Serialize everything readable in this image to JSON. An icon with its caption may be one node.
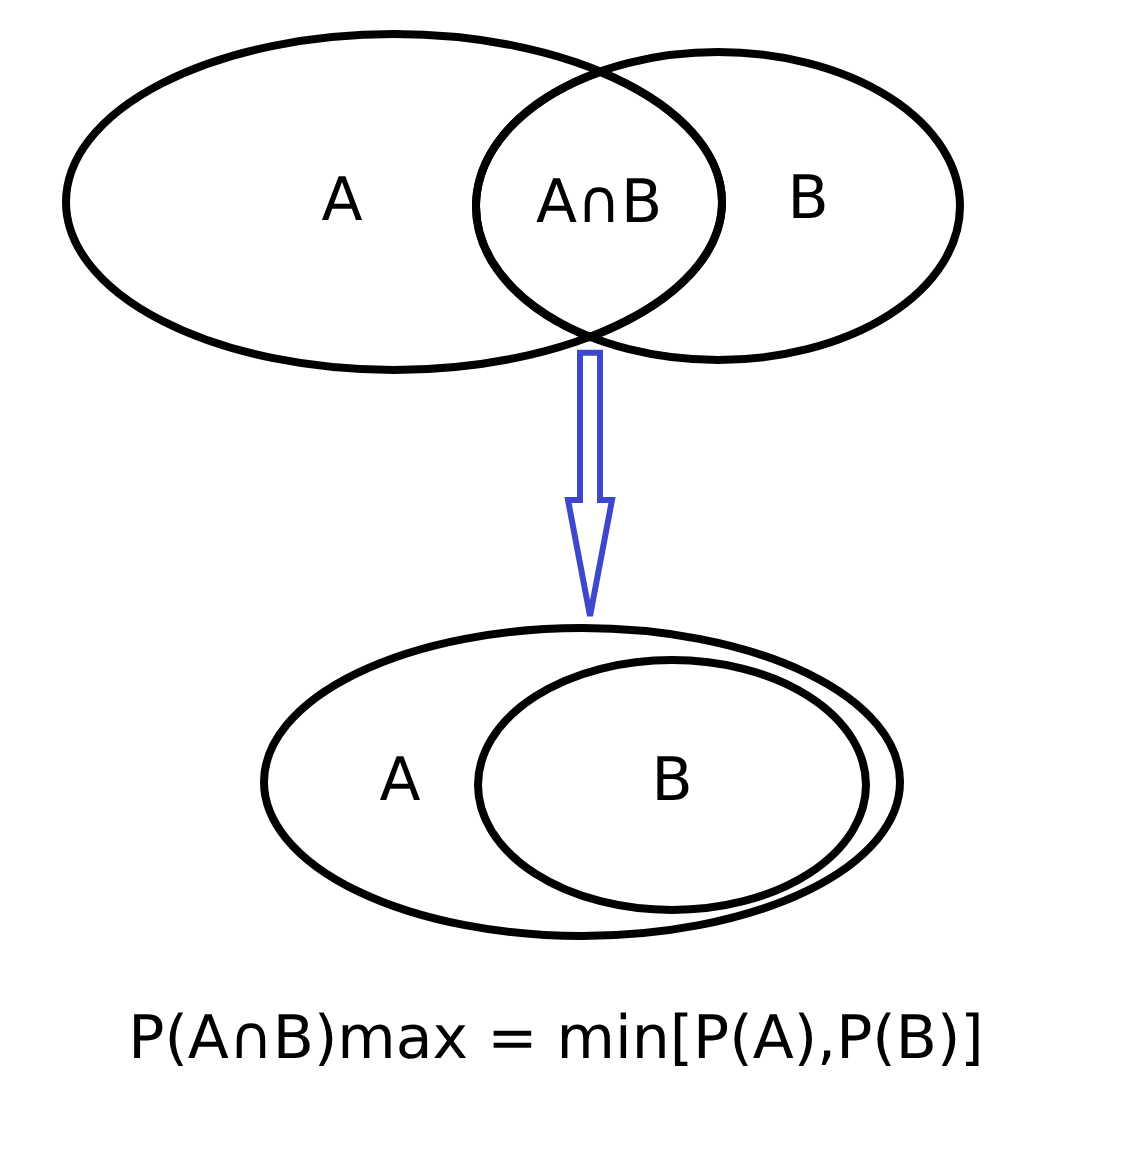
{
  "diagram": {
    "nodes": [
      {
        "text": [
          "A"
        ]
      },
      {
        "text": [
          "B"
        ]
      },
      {
        "text": [
          "A∩B"
        ]
      },
      {
        "text": [
          "A"
        ]
      },
      {
        "text": [
          "B"
        ],
        "in": 3
      }
    ],
    "edges": [
      {
        "from": 2,
        "to": 3,
        "arrow": "to",
        "color": "#3f48cc"
      }
    ],
    "labels": [
      "P(A∩B)max = min[P(A),P(B)]"
    ]
  }
}
